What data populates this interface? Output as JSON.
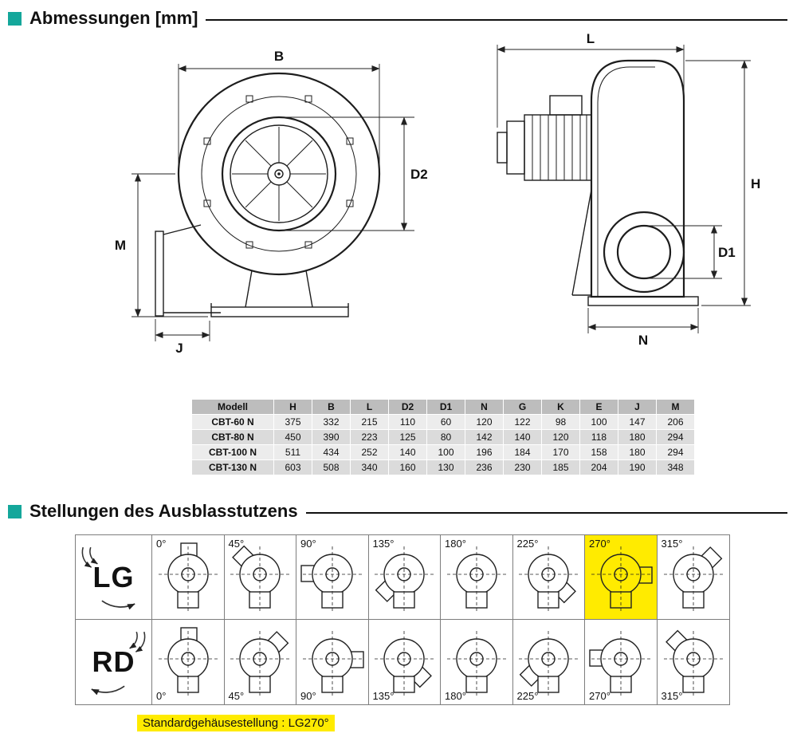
{
  "sections": {
    "dimensions_title": "Abmessungen [mm]",
    "positions_title": "Stellungen des Ausblasstutzens"
  },
  "front_view": {
    "b": "B",
    "d2": "D2",
    "m": "M",
    "j": "J"
  },
  "side_view": {
    "l": "L",
    "h": "H",
    "d1": "D1",
    "n": "N"
  },
  "table": {
    "headers": [
      "Modell",
      "H",
      "B",
      "L",
      "D2",
      "D1",
      "N",
      "G",
      "K",
      "E",
      "J",
      "M"
    ],
    "rows": [
      [
        "CBT-60 N",
        "375",
        "332",
        "215",
        "110",
        "60",
        "120",
        "122",
        "98",
        "100",
        "147",
        "206"
      ],
      [
        "CBT-80 N",
        "450",
        "390",
        "223",
        "125",
        "80",
        "142",
        "140",
        "120",
        "118",
        "180",
        "294"
      ],
      [
        "CBT-100 N",
        "511",
        "434",
        "252",
        "140",
        "100",
        "196",
        "184",
        "170",
        "158",
        "180",
        "294"
      ],
      [
        "CBT-130 N",
        "603",
        "508",
        "340",
        "160",
        "130",
        "236",
        "230",
        "185",
        "204",
        "190",
        "348"
      ]
    ]
  },
  "positions": {
    "lg_label": "LG",
    "rd_label": "RD",
    "angles": [
      "0°",
      "45°",
      "90°",
      "135°",
      "180°",
      "225°",
      "270°",
      "315°"
    ],
    "highlighted": "LG 270°",
    "note": "Standardgehäusestellung : LG270°"
  },
  "colors": {
    "accent": "#14A79B",
    "highlight": "#FFEB00"
  }
}
